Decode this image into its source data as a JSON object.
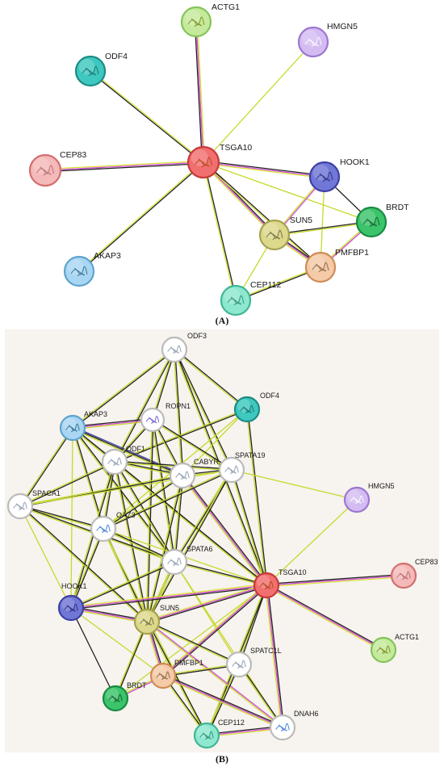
{
  "panel_a": {
    "caption": "(A)",
    "nodes": [
      {
        "id": "ACTG1",
        "label": "ACTG1",
        "fill": "#c5ea9c",
        "stroke": "#84c45a",
        "glyph": "#7a8a1e"
      },
      {
        "id": "HMGN5",
        "label": "HMGN5",
        "fill": "#d4bcf2",
        "stroke": "#9c77cf",
        "glyph": "#ffffff"
      },
      {
        "id": "ODF4",
        "label": "ODF4",
        "fill": "#3ec8bf",
        "stroke": "#1c8c86",
        "glyph": "#1a6d6a"
      },
      {
        "id": "TSGA10",
        "label": "TSGA10",
        "fill": "#f26f6f",
        "stroke": "#c73a3a",
        "glyph": "#b0471c"
      },
      {
        "id": "CEP83",
        "label": "CEP83",
        "fill": "#f4b9b9",
        "stroke": "#d46f6f",
        "glyph": "#b46a6a"
      },
      {
        "id": "HOOK1",
        "label": "HOOK1",
        "fill": "#7177d6",
        "stroke": "#3d41a3",
        "glyph": "#2a2d7a"
      },
      {
        "id": "BRDT",
        "label": "BRDT",
        "fill": "#3bc46b",
        "stroke": "#1a8a42",
        "glyph": "#155a2c"
      },
      {
        "id": "SUN5",
        "label": "SUN5",
        "fill": "#dcd88c",
        "stroke": "#a6a24f",
        "glyph": "#6c6a3a"
      },
      {
        "id": "AKAP3",
        "label": "AKAP3",
        "fill": "#a9d6f2",
        "stroke": "#5ea3cf",
        "glyph": "#2f6e8e"
      },
      {
        "id": "PMFBP1",
        "label": "PMFBP1",
        "fill": "#f4caa8",
        "stroke": "#cf8b56",
        "glyph": "#8a6240"
      },
      {
        "id": "CEP112",
        "label": "CEP112",
        "fill": "#8ee8cf",
        "stroke": "#3fb694",
        "glyph": "#2b8a70"
      }
    ],
    "edges": [
      {
        "a": "TSGA10",
        "b": "ACTG1",
        "colors": [
          "#222222",
          "#d14ad1",
          "#d8e43a"
        ]
      },
      {
        "a": "TSGA10",
        "b": "HMGN5",
        "colors": [
          "#c7d92e"
        ]
      },
      {
        "a": "TSGA10",
        "b": "ODF4",
        "colors": [
          "#222222",
          "#d8e43a"
        ]
      },
      {
        "a": "TSGA10",
        "b": "CEP83",
        "colors": [
          "#222222",
          "#d14ad1",
          "#d8e43a"
        ]
      },
      {
        "a": "TSGA10",
        "b": "HOOK1",
        "colors": [
          "#222222",
          "#d14ad1",
          "#d8e43a"
        ]
      },
      {
        "a": "TSGA10",
        "b": "AKAP3",
        "colors": [
          "#222222",
          "#d8e43a"
        ]
      },
      {
        "a": "TSGA10",
        "b": "SUN5",
        "colors": [
          "#222222",
          "#d14ad1",
          "#d8e43a"
        ]
      },
      {
        "a": "TSGA10",
        "b": "PMFBP1",
        "colors": [
          "#222222",
          "#d8e43a"
        ]
      },
      {
        "a": "TSGA10",
        "b": "CEP112",
        "colors": [
          "#222222",
          "#d8e43a"
        ]
      },
      {
        "a": "TSGA10",
        "b": "BRDT",
        "colors": [
          "#c7d92e"
        ]
      },
      {
        "a": "HOOK1",
        "b": "SUN5",
        "colors": [
          "#d14ad1",
          "#c7d92e"
        ]
      },
      {
        "a": "HOOK1",
        "b": "PMFBP1",
        "colors": [
          "#c7d92e"
        ]
      },
      {
        "a": "HOOK1",
        "b": "BRDT",
        "colors": [
          "#222222"
        ]
      },
      {
        "a": "SUN5",
        "b": "BRDT",
        "colors": [
          "#222222",
          "#c7d92e"
        ]
      },
      {
        "a": "SUN5",
        "b": "PMFBP1",
        "colors": [
          "#222222",
          "#d14ad1",
          "#d8e43a"
        ]
      },
      {
        "a": "SUN5",
        "b": "CEP112",
        "colors": [
          "#c7d92e"
        ]
      },
      {
        "a": "BRDT",
        "b": "PMFBP1",
        "colors": [
          "#d14ad1",
          "#c7d92e"
        ]
      },
      {
        "a": "PMFBP1",
        "b": "CEP112",
        "colors": [
          "#222222",
          "#d8e43a"
        ]
      }
    ]
  },
  "panel_b": {
    "caption": "(B)",
    "nodes": [
      {
        "id": "ODF3",
        "label": "ODF3",
        "fill": "#ffffff",
        "stroke": "#bbbbbb",
        "glyph": "#8899aa"
      },
      {
        "id": "ROPN1",
        "label": "ROPN1",
        "fill": "#ffffff",
        "stroke": "#bbbbbb",
        "glyph": "#6a5acd"
      },
      {
        "id": "ODF4",
        "label": "ODF4",
        "fill": "#3ec8bf",
        "stroke": "#1c8c86",
        "glyph": "#1a6d6a"
      },
      {
        "id": "AKAP3",
        "label": "AKAP3",
        "fill": "#a9d6f2",
        "stroke": "#5ea3cf",
        "glyph": "#2f6e8e"
      },
      {
        "id": "ODF1",
        "label": "ODF1",
        "fill": "#ffffff",
        "stroke": "#bbbbbb",
        "glyph": "#8899aa"
      },
      {
        "id": "CABYR",
        "label": "CABYR",
        "fill": "#ffffff",
        "stroke": "#bbbbbb",
        "glyph": "#8899aa"
      },
      {
        "id": "SPATA19",
        "label": "SPATA19",
        "fill": "#ffffff",
        "stroke": "#bbbbbb",
        "glyph": "#8899aa"
      },
      {
        "id": "SPACA1",
        "label": "SPACA1",
        "fill": "#ffffff",
        "stroke": "#bbbbbb",
        "glyph": "#8899aa"
      },
      {
        "id": "OAZ3",
        "label": "OAZ3",
        "fill": "#ffffff",
        "stroke": "#bbbbbb",
        "glyph": "#3a7bd5"
      },
      {
        "id": "HMGN5",
        "label": "HMGN5",
        "fill": "#d4bcf2",
        "stroke": "#9c77cf",
        "glyph": "#ffffff"
      },
      {
        "id": "SPATA6",
        "label": "SPATA6",
        "fill": "#ffffff",
        "stroke": "#bbbbbb",
        "glyph": "#8899aa"
      },
      {
        "id": "CEP83",
        "label": "CEP83",
        "fill": "#f4b9b9",
        "stroke": "#d46f6f",
        "glyph": "#b46a6a"
      },
      {
        "id": "TSGA10",
        "label": "TSGA10",
        "fill": "#f26f6f",
        "stroke": "#c73a3a",
        "glyph": "#b0471c"
      },
      {
        "id": "HOOK1",
        "label": "HOOK1",
        "fill": "#7177d6",
        "stroke": "#3d41a3",
        "glyph": "#2a2d7a"
      },
      {
        "id": "SUN5",
        "label": "SUN5",
        "fill": "#dcd88c",
        "stroke": "#a6a24f",
        "glyph": "#6c6a3a"
      },
      {
        "id": "ACTG1",
        "label": "ACTG1",
        "fill": "#c5ea9c",
        "stroke": "#84c45a",
        "glyph": "#7a8a1e"
      },
      {
        "id": "SPATC1L",
        "label": "SPATC1L",
        "fill": "#ffffff",
        "stroke": "#bbbbbb",
        "glyph": "#8899aa"
      },
      {
        "id": "PMFBP1",
        "label": "PMFBP1",
        "fill": "#f4caa8",
        "stroke": "#cf8b56",
        "glyph": "#8a6240"
      },
      {
        "id": "BRDT",
        "label": "BRDT",
        "fill": "#3bc46b",
        "stroke": "#1a8a42",
        "glyph": "#155a2c"
      },
      {
        "id": "DNAH6",
        "label": "DNAH6",
        "fill": "#ffffff",
        "stroke": "#bbbbbb",
        "glyph": "#3a7bd5"
      },
      {
        "id": "CEP112",
        "label": "CEP112",
        "fill": "#8ee8cf",
        "stroke": "#3fb694",
        "glyph": "#2b8a70"
      }
    ],
    "edges": [
      {
        "a": "ODF3",
        "b": "AKAP3",
        "colors": [
          "#222222",
          "#c7d92e"
        ]
      },
      {
        "a": "ODF3",
        "b": "ROPN1",
        "colors": [
          "#222222",
          "#c7d92e"
        ]
      },
      {
        "a": "ODF3",
        "b": "ODF4",
        "colors": [
          "#222222",
          "#c7d92e"
        ]
      },
      {
        "a": "ODF3",
        "b": "ODF1",
        "colors": [
          "#222222",
          "#c7d92e"
        ]
      },
      {
        "a": "ODF3",
        "b": "CABYR",
        "colors": [
          "#222222",
          "#c7d92e"
        ]
      },
      {
        "a": "ODF3",
        "b": "SPATA19",
        "colors": [
          "#222222",
          "#c7d92e"
        ]
      },
      {
        "a": "ODF3",
        "b": "TSGA10",
        "colors": [
          "#222222",
          "#c7d92e"
        ]
      },
      {
        "a": "ODF4",
        "b": "ODF1",
        "colors": [
          "#222222",
          "#c7d92e"
        ]
      },
      {
        "a": "ODF4",
        "b": "CABYR",
        "colors": [
          "#c7d92e"
        ]
      },
      {
        "a": "ODF4",
        "b": "TSGA10",
        "colors": [
          "#222222",
          "#c7d92e"
        ]
      },
      {
        "a": "ODF4",
        "b": "OAZ3",
        "colors": [
          "#c7d92e"
        ]
      },
      {
        "a": "AKAP3",
        "b": "ROPN1",
        "colors": [
          "#222222",
          "#d14ad1",
          "#c7d92e"
        ]
      },
      {
        "a": "AKAP3",
        "b": "ODF1",
        "colors": [
          "#222222",
          "#c7d92e"
        ]
      },
      {
        "a": "AKAP3",
        "b": "CABYR",
        "colors": [
          "#3d41a3",
          "#222222",
          "#c7d92e"
        ]
      },
      {
        "a": "AKAP3",
        "b": "SPACA1",
        "colors": [
          "#222222",
          "#c7d92e"
        ]
      },
      {
        "a": "AKAP3",
        "b": "OAZ3",
        "colors": [
          "#222222",
          "#c7d92e"
        ]
      },
      {
        "a": "AKAP3",
        "b": "SPATA6",
        "colors": [
          "#222222",
          "#c7d92e"
        ]
      },
      {
        "a": "AKAP3",
        "b": "TSGA10",
        "colors": [
          "#222222",
          "#c7d92e"
        ]
      },
      {
        "a": "AKAP3",
        "b": "HOOK1",
        "colors": [
          "#c7d92e"
        ]
      },
      {
        "a": "ROPN1",
        "b": "ODF1",
        "colors": [
          "#222222",
          "#c7d92e"
        ]
      },
      {
        "a": "ROPN1",
        "b": "CABYR",
        "colors": [
          "#222222",
          "#c7d92e"
        ]
      },
      {
        "a": "ROPN1",
        "b": "SPATA19",
        "colors": [
          "#222222",
          "#c7d92e"
        ]
      },
      {
        "a": "ROPN1",
        "b": "SPATA6",
        "colors": [
          "#222222",
          "#c7d92e"
        ]
      },
      {
        "a": "ROPN1",
        "b": "SUN5",
        "colors": [
          "#222222",
          "#c7d92e"
        ]
      },
      {
        "a": "ODF1",
        "b": "CABYR",
        "colors": [
          "#222222",
          "#c7d92e"
        ]
      },
      {
        "a": "ODF1",
        "b": "SPATA19",
        "colors": [
          "#222222",
          "#c7d92e"
        ]
      },
      {
        "a": "ODF1",
        "b": "SPACA1",
        "colors": [
          "#222222",
          "#c7d92e"
        ]
      },
      {
        "a": "ODF1",
        "b": "OAZ3",
        "colors": [
          "#222222",
          "#c7d92e"
        ]
      },
      {
        "a": "ODF1",
        "b": "SPATA6",
        "colors": [
          "#222222",
          "#c7d92e"
        ]
      },
      {
        "a": "ODF1",
        "b": "TSGA10",
        "colors": [
          "#222222",
          "#c7d92e"
        ]
      },
      {
        "a": "ODF1",
        "b": "HOOK1",
        "colors": [
          "#222222",
          "#c7d92e"
        ]
      },
      {
        "a": "ODF1",
        "b": "SUN5",
        "colors": [
          "#222222",
          "#c7d92e"
        ]
      },
      {
        "a": "CABYR",
        "b": "SPATA19",
        "colors": [
          "#222222",
          "#c7d92e"
        ]
      },
      {
        "a": "CABYR",
        "b": "OAZ3",
        "colors": [
          "#222222",
          "#c7d92e"
        ]
      },
      {
        "a": "CABYR",
        "b": "SPATA6",
        "colors": [
          "#222222",
          "#c7d92e"
        ]
      },
      {
        "a": "CABYR",
        "b": "TSGA10",
        "colors": [
          "#222222",
          "#d14ad1",
          "#c7d92e"
        ]
      },
      {
        "a": "CABYR",
        "b": "SUN5",
        "colors": [
          "#222222",
          "#c7d92e"
        ]
      },
      {
        "a": "CABYR",
        "b": "SPACA1",
        "colors": [
          "#222222",
          "#c7d92e"
        ]
      },
      {
        "a": "SPATA19",
        "b": "SPACA1",
        "colors": [
          "#c7d92e"
        ]
      },
      {
        "a": "SPATA19",
        "b": "OAZ3",
        "colors": [
          "#222222",
          "#c7d92e"
        ]
      },
      {
        "a": "SPATA19",
        "b": "SPATA6",
        "colors": [
          "#222222",
          "#c7d92e"
        ]
      },
      {
        "a": "SPATA19",
        "b": "TSGA10",
        "colors": [
          "#222222",
          "#c7d92e"
        ]
      },
      {
        "a": "SPATA19",
        "b": "HMGN5",
        "colors": [
          "#c7d92e"
        ]
      },
      {
        "a": "SPATA19",
        "b": "SUN5",
        "colors": [
          "#222222",
          "#c7d92e"
        ]
      },
      {
        "a": "SPACA1",
        "b": "OAZ3",
        "colors": [
          "#222222",
          "#c7d92e"
        ]
      },
      {
        "a": "SPACA1",
        "b": "SPATA6",
        "colors": [
          "#222222",
          "#c7d92e"
        ]
      },
      {
        "a": "SPACA1",
        "b": "HOOK1",
        "colors": [
          "#c7d92e"
        ]
      },
      {
        "a": "SPACA1",
        "b": "SUN5",
        "colors": [
          "#222222",
          "#c7d92e"
        ]
      },
      {
        "a": "OAZ3",
        "b": "SPATA6",
        "colors": [
          "#222222",
          "#c7d92e"
        ]
      },
      {
        "a": "OAZ3",
        "b": "TSGA10",
        "colors": [
          "#c7d92e"
        ]
      },
      {
        "a": "OAZ3",
        "b": "HOOK1",
        "colors": [
          "#222222",
          "#c7d92e"
        ]
      },
      {
        "a": "OAZ3",
        "b": "SUN5",
        "colors": [
          "#222222",
          "#c7d92e"
        ]
      },
      {
        "a": "OAZ3",
        "b": "CEP112",
        "colors": [
          "#c7d92e"
        ]
      },
      {
        "a": "SPATA6",
        "b": "TSGA10",
        "colors": [
          "#222222",
          "#c7d92e"
        ]
      },
      {
        "a": "SPATA6",
        "b": "HOOK1",
        "colors": [
          "#222222",
          "#c7d92e"
        ]
      },
      {
        "a": "SPATA6",
        "b": "SUN5",
        "colors": [
          "#222222",
          "#c7d92e"
        ]
      },
      {
        "a": "SPATA6",
        "b": "SPATC1L",
        "colors": [
          "#c7d92e"
        ]
      },
      {
        "a": "SPATA6",
        "b": "BRDT",
        "colors": [
          "#c7d92e"
        ]
      },
      {
        "a": "SPATA6",
        "b": "DNAH6",
        "colors": [
          "#c7d92e"
        ]
      },
      {
        "a": "HMGN5",
        "b": "TSGA10",
        "colors": [
          "#c7d92e"
        ]
      },
      {
        "a": "TSGA10",
        "b": "CEP83",
        "colors": [
          "#222222",
          "#d14ad1",
          "#d8e43a"
        ]
      },
      {
        "a": "TSGA10",
        "b": "ACTG1",
        "colors": [
          "#222222",
          "#d14ad1",
          "#d8e43a"
        ]
      },
      {
        "a": "TSGA10",
        "b": "HOOK1",
        "colors": [
          "#222222",
          "#d14ad1",
          "#d8e43a"
        ]
      },
      {
        "a": "TSGA10",
        "b": "SUN5",
        "colors": [
          "#222222",
          "#d14ad1",
          "#d8e43a"
        ]
      },
      {
        "a": "TSGA10",
        "b": "SPATC1L",
        "colors": [
          "#222222",
          "#c7d92e"
        ]
      },
      {
        "a": "TSGA10",
        "b": "PMFBP1",
        "colors": [
          "#222222",
          "#d14ad1",
          "#d8e43a"
        ]
      },
      {
        "a": "TSGA10",
        "b": "CEP112",
        "colors": [
          "#222222",
          "#c7d92e"
        ]
      },
      {
        "a": "TSGA10",
        "b": "DNAH6",
        "colors": [
          "#222222",
          "#d14ad1",
          "#d8e43a"
        ]
      },
      {
        "a": "TSGA10",
        "b": "BRDT",
        "colors": [
          "#c7d92e"
        ]
      },
      {
        "a": "HOOK1",
        "b": "SUN5",
        "colors": [
          "#222222",
          "#d14ad1",
          "#c7d92e"
        ]
      },
      {
        "a": "HOOK1",
        "b": "PMFBP1",
        "colors": [
          "#c7d92e"
        ]
      },
      {
        "a": "HOOK1",
        "b": "BRDT",
        "colors": [
          "#222222"
        ]
      },
      {
        "a": "SUN5",
        "b": "SPATC1L",
        "colors": [
          "#222222",
          "#c7d92e"
        ]
      },
      {
        "a": "SUN5",
        "b": "PMFBP1",
        "colors": [
          "#222222",
          "#d14ad1",
          "#d8e43a"
        ]
      },
      {
        "a": "SUN5",
        "b": "BRDT",
        "colors": [
          "#222222",
          "#c7d92e"
        ]
      },
      {
        "a": "SUN5",
        "b": "CEP112",
        "colors": [
          "#222222",
          "#c7d92e"
        ]
      },
      {
        "a": "SUN5",
        "b": "DNAH6",
        "colors": [
          "#d14ad1",
          "#c7d92e"
        ]
      },
      {
        "a": "SPATC1L",
        "b": "PMFBP1",
        "colors": [
          "#222222",
          "#c7d92e"
        ]
      },
      {
        "a": "SPATC1L",
        "b": "CEP112",
        "colors": [
          "#222222",
          "#c7d92e"
        ]
      },
      {
        "a": "SPATC1L",
        "b": "DNAH6",
        "colors": [
          "#222222",
          "#c7d92e"
        ]
      },
      {
        "a": "PMFBP1",
        "b": "BRDT",
        "colors": [
          "#d14ad1",
          "#c7d92e"
        ]
      },
      {
        "a": "PMFBP1",
        "b": "CEP112",
        "colors": [
          "#222222",
          "#d8e43a"
        ]
      },
      {
        "a": "PMFBP1",
        "b": "DNAH6",
        "colors": [
          "#222222",
          "#d14ad1",
          "#c7d92e"
        ]
      },
      {
        "a": "CEP112",
        "b": "DNAH6",
        "colors": [
          "#222222",
          "#d14ad1",
          "#d8e43a"
        ]
      }
    ]
  }
}
